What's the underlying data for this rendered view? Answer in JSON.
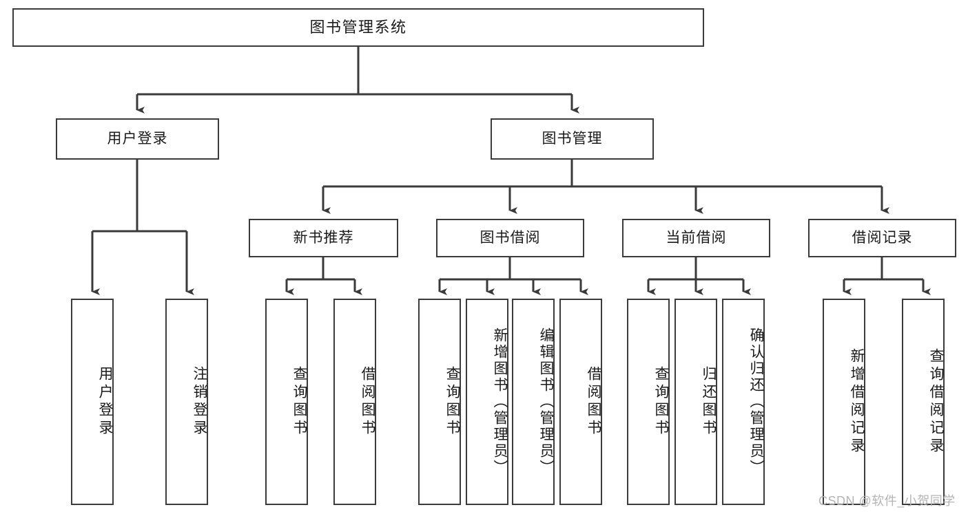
{
  "diagram": {
    "title": "图书管理系统",
    "type": "hierarchy-tree",
    "root": {
      "label": "图书管理系统"
    },
    "level2": [
      {
        "label": "用户登录"
      },
      {
        "label": "图书管理"
      }
    ],
    "level3": [
      {
        "label": "新书推荐"
      },
      {
        "label": "图书借阅"
      },
      {
        "label": "当前借阅"
      },
      {
        "label": "借阅记录"
      }
    ],
    "leaves": {
      "user_login": [
        {
          "label": "用户登录"
        },
        {
          "label": "注销登录"
        }
      ],
      "new_book_recommend": [
        {
          "label": "查询图书"
        },
        {
          "label": "借阅图书"
        }
      ],
      "book_borrow": [
        {
          "label": "查询图书"
        },
        {
          "label": "新增图书（管理员）"
        },
        {
          "label": "编辑图书（管理员）"
        },
        {
          "label": "借阅图书"
        }
      ],
      "current_borrow": [
        {
          "label": "查询图书"
        },
        {
          "label": "归还图书"
        },
        {
          "label": "确认归还（管理员）"
        }
      ],
      "borrow_record": [
        {
          "label": "新增借阅记录"
        },
        {
          "label": "查询借阅记录"
        }
      ]
    }
  },
  "watermark": {
    "text": "CSDN @软件_小贺同学"
  },
  "colors": {
    "border": "#3a3a3a",
    "background": "#ffffff",
    "text": "#1a1a1a",
    "watermark": "#b4b4b4"
  }
}
